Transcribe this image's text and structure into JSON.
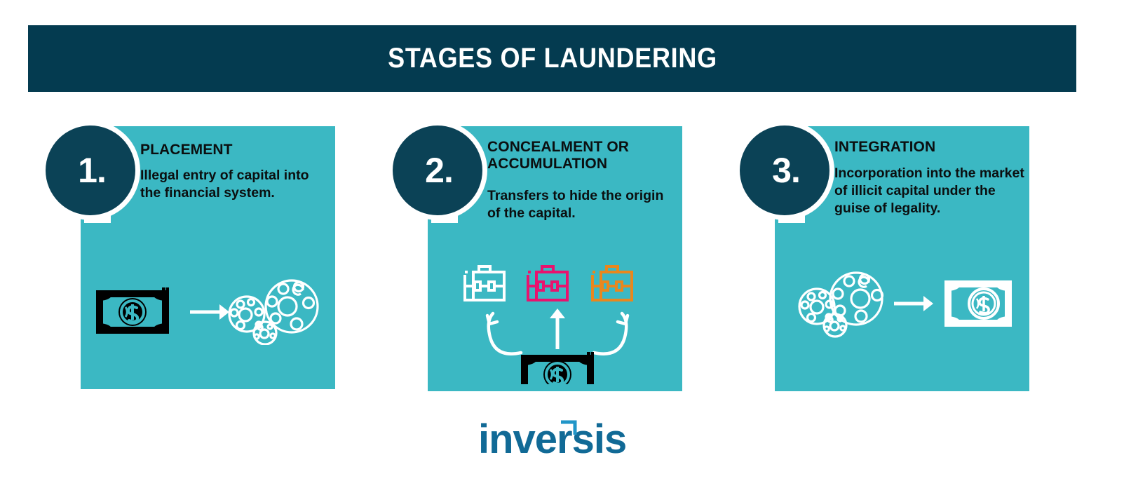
{
  "header": {
    "title": "STAGES OF LAUNDERING",
    "background_color": "#043B50",
    "text_color": "#FFFFFF"
  },
  "theme": {
    "card_color": "#3BB8C3",
    "badge_color": "#0B4256",
    "page_background": "#FFFFFF",
    "text_color": "#0B0F10",
    "icon_white": "#FFFFFF",
    "icon_black": "#000000",
    "accent_pink": "#E8136E",
    "accent_orange": "#E8871E",
    "logo_blue": "#116A96",
    "logo_accent": "#2196C8"
  },
  "cards": [
    {
      "number": "1.",
      "title": "PLACEMENT",
      "body": "Illegal entry of capital into the financial system.",
      "icons": [
        "banknote-icon",
        "arrow-right-icon",
        "bubbles-icon"
      ]
    },
    {
      "number": "2.",
      "title": "CONCEALMENT OR ACCUMULATION",
      "body": "Transfers to hide the origin of the capital.",
      "icons": [
        "briefcase-white-icon",
        "briefcase-pink-icon",
        "briefcase-orange-icon",
        "arrow-curve-left-icon",
        "arrow-up-icon",
        "arrow-curve-right-icon",
        "banknote-icon"
      ]
    },
    {
      "number": "3.",
      "title": "INTEGRATION",
      "body": "Incorporation into the market of illicit capital under the guise of legality.",
      "icons": [
        "bubbles-icon",
        "arrow-right-icon",
        "banknote-outline-icon"
      ]
    }
  ],
  "footer": {
    "logo_text": "inversis"
  }
}
